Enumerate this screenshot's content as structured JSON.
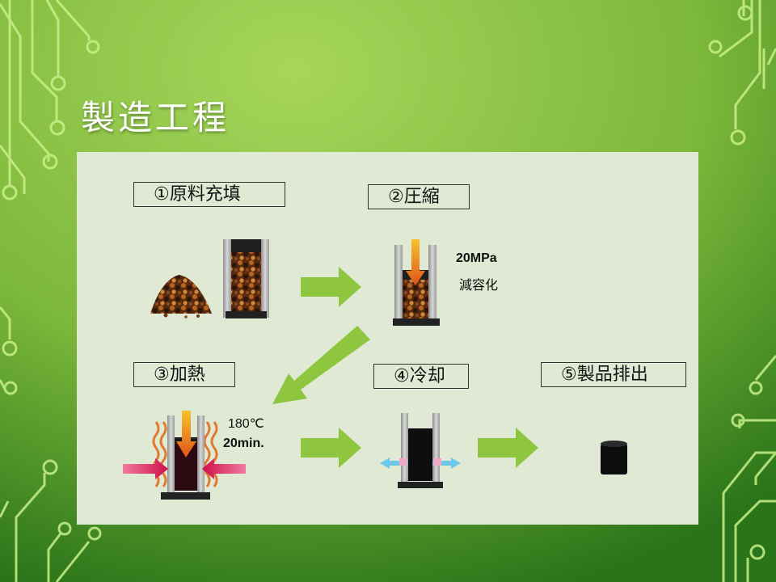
{
  "slide": {
    "title": "製造工程"
  },
  "steps": [
    {
      "label": "①原料充填"
    },
    {
      "label": "②圧縮",
      "condition_1": "20MPa",
      "condition_2": "減容化"
    },
    {
      "label": "③加熱",
      "condition_1": "180℃",
      "condition_2": "20min."
    },
    {
      "label": "④冷却"
    },
    {
      "label": "⑤製品排出"
    }
  ],
  "colors": {
    "background_light": "#9ccc4c",
    "background_dark": "#2e7f1c",
    "panel": "#dfe9d3",
    "arrow": "#8ec63f",
    "heat_arrow": "#e0104a"
  }
}
